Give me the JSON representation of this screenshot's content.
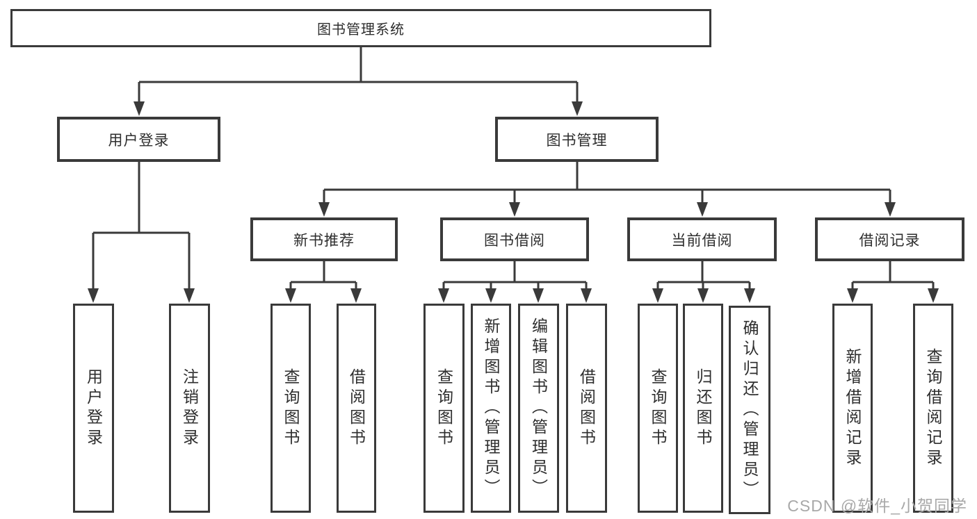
{
  "nodes": {
    "root": {
      "label": "图书管理系统"
    },
    "user_login": {
      "label": "用户登录"
    },
    "book_management": {
      "label": "图书管理"
    },
    "new_book_recommend": {
      "label": "新书推荐"
    },
    "book_borrow": {
      "label": "图书借阅"
    },
    "current_borrow": {
      "label": "当前借阅"
    },
    "borrow_records": {
      "label": "借阅记录"
    },
    "leaf_user_login": {
      "label": "用户登录"
    },
    "leaf_logout": {
      "label": "注销登录"
    },
    "leaf_nbr_query_books": {
      "label": "查询图书"
    },
    "leaf_nbr_borrow_books": {
      "label": "借阅图书"
    },
    "leaf_bb_query_books": {
      "label": "查询图书"
    },
    "leaf_bb_add_books": {
      "label": "新增图书（管理员）"
    },
    "leaf_bb_edit_books": {
      "label": "编辑图书（管理员）"
    },
    "leaf_bb_borrow_books": {
      "label": "借阅图书"
    },
    "leaf_cb_query_books": {
      "label": "查询图书"
    },
    "leaf_cb_return_books": {
      "label": "归还图书"
    },
    "leaf_cb_confirm_return": {
      "label": "确认归还（管理员）"
    },
    "leaf_br_add_record": {
      "label": "新增借阅记录"
    },
    "leaf_br_query_record": {
      "label": "查询借阅记录"
    }
  },
  "watermark": {
    "text": "CSDN @软件_小贺同学"
  },
  "colors": {
    "line": "#3a3a3a",
    "text": "#2e2e2e",
    "watermark": "#a8a8a8",
    "background": "#ffffff"
  }
}
